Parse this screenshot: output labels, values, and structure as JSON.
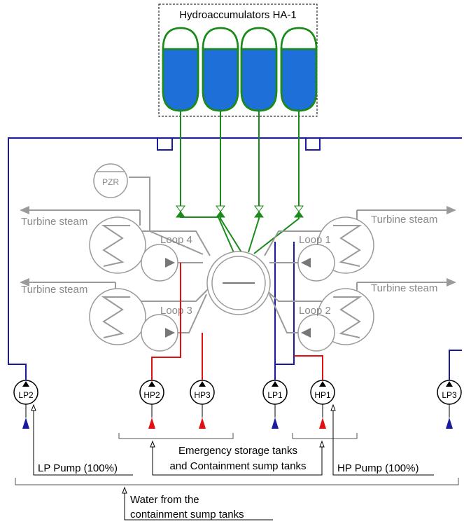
{
  "title": "Hydroaccumulators HA-1",
  "pressurizer": "PZR",
  "turbine_steam": [
    "Turbine steam",
    "Turbine steam",
    "Turbine steam",
    "Turbine steam"
  ],
  "loops": [
    "Loop 4",
    "Loop 3",
    "Loop 1",
    "Loop 2"
  ],
  "pumps": [
    "LP2",
    "HP2",
    "HP3",
    "LP1",
    "HP1",
    "LP3"
  ],
  "tanks_label_1": "Emergency storage tanks",
  "tanks_label_2": "and Containment sump tanks",
  "lp_pump_label": "LP Pump (100%)",
  "hp_pump_label": "HP Pump (100%)",
  "water_label_1": "Water from the",
  "water_label_2": "containment sump tanks",
  "colors": {
    "low_pressure": "#1a1aa0",
    "high_pressure": "#e01010",
    "accumulator": "#1f6fd8",
    "accumulator_line": "#1a8a1a",
    "equipment": "#9a9a9a"
  }
}
